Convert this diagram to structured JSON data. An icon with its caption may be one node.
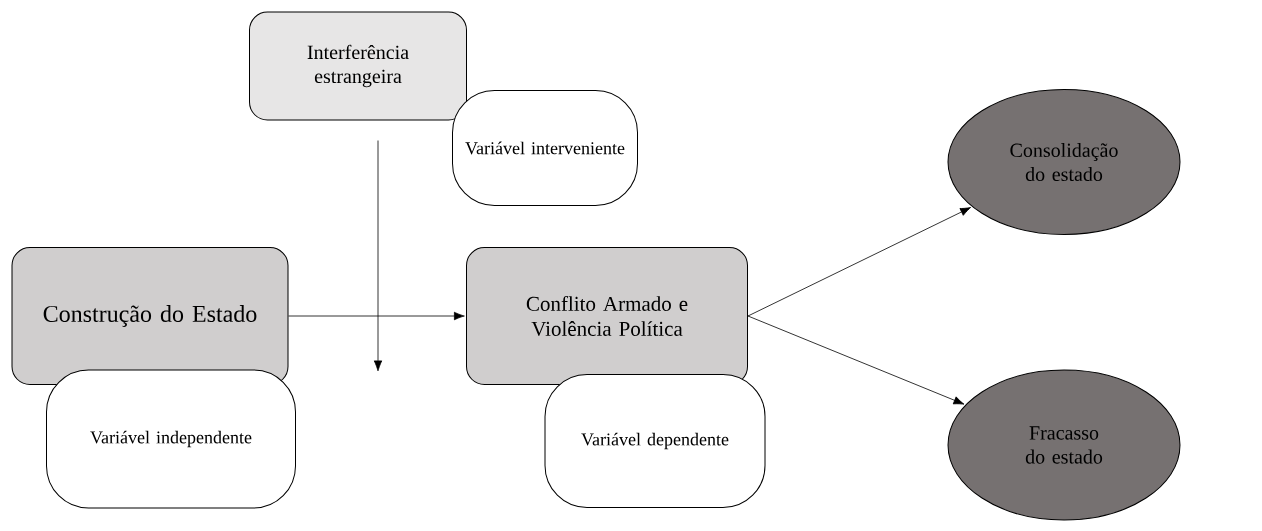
{
  "diagram": {
    "nodes": [
      {
        "text": [
          "Interferência estrangeira"
        ]
      },
      {
        "text": [
          "Variável interveniente"
        ]
      },
      {
        "text": [
          "Construção do Estado"
        ]
      },
      {
        "text": [
          "Variável independente"
        ]
      },
      {
        "text": [
          "Conflito Armado e Violência Política"
        ]
      },
      {
        "text": [
          "Variável dependente"
        ]
      },
      {
        "text": [
          "Consolidação do estado"
        ]
      },
      {
        "text": [
          "Fracasso do estado"
        ]
      }
    ],
    "edges": [
      {
        "from": 0,
        "to": null,
        "arrow": "to"
      },
      {
        "from": 2,
        "to": 4,
        "arrow": "to"
      },
      {
        "from": 4,
        "to": 6,
        "arrow": "to"
      },
      {
        "from": 4,
        "to": 7,
        "arrow": "to"
      }
    ]
  }
}
